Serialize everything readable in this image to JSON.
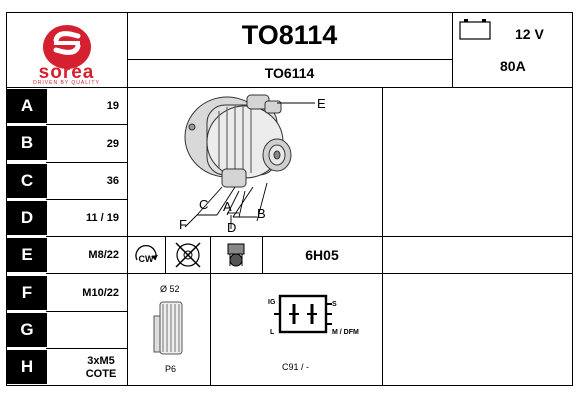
{
  "brand": {
    "name": "sorea",
    "tagline": "DRIVEN BY QUALITY",
    "color": "#d5202f"
  },
  "header": {
    "part_number": "TO8114",
    "alt_number": "TO6114",
    "voltage": "12 V",
    "amperage": "80A"
  },
  "specs": [
    {
      "letter": "A",
      "value": "19"
    },
    {
      "letter": "B",
      "value": "29"
    },
    {
      "letter": "C",
      "value": "36"
    },
    {
      "letter": "D",
      "value": "11 / 19"
    },
    {
      "letter": "E",
      "value": "M8/22"
    },
    {
      "letter": "F",
      "value": "M10/22"
    },
    {
      "letter": "G",
      "value": ""
    },
    {
      "letter": "H",
      "value": "3xM5 COTE"
    }
  ],
  "diagram_labels": {
    "e": "E",
    "c": "C",
    "a": "A",
    "b": "B",
    "f": "F",
    "d": "D"
  },
  "rotation": {
    "label": "CW"
  },
  "clock_code": "6H05",
  "pulley": {
    "diameter": "Ø 52",
    "grooves": "P6"
  },
  "connector": {
    "ig": "IG",
    "s": "S",
    "l": "L",
    "m": "M / DFM",
    "code": "C91 / -"
  }
}
